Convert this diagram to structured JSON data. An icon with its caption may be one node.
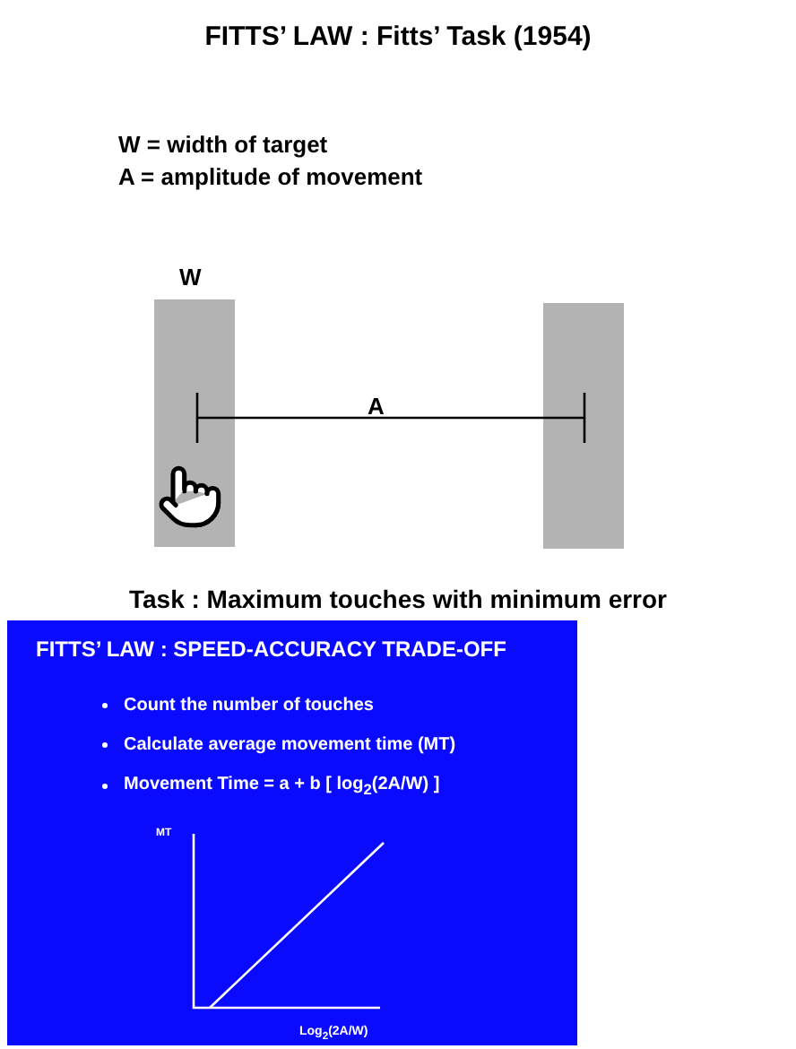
{
  "diagram": {
    "title": "FITTS’ LAW : Fitts’ Task (1954)",
    "nodes": [
      {
        "text": [],
        "shape": "bar",
        "beside": [
          "W"
        ]
      },
      {
        "text": [],
        "shape": "bar"
      },
      {
        "text": [
          "FITTS’ LAW : SPEED-ACCURACY TRADE-OFF",
          "Count the number of touches",
          "Calculate average movement time (MT)",
          "Movement Time  =  a + b [ log$_{2}$(2A/W) ]",
          "MT",
          "Log$_{2}$(2A/W)"
        ]
      }
    ],
    "labels": [
      "W = width of target",
      "A = amplitude of movement",
      "A",
      "Task : Maximum touches with minimum error"
    ]
  }
}
